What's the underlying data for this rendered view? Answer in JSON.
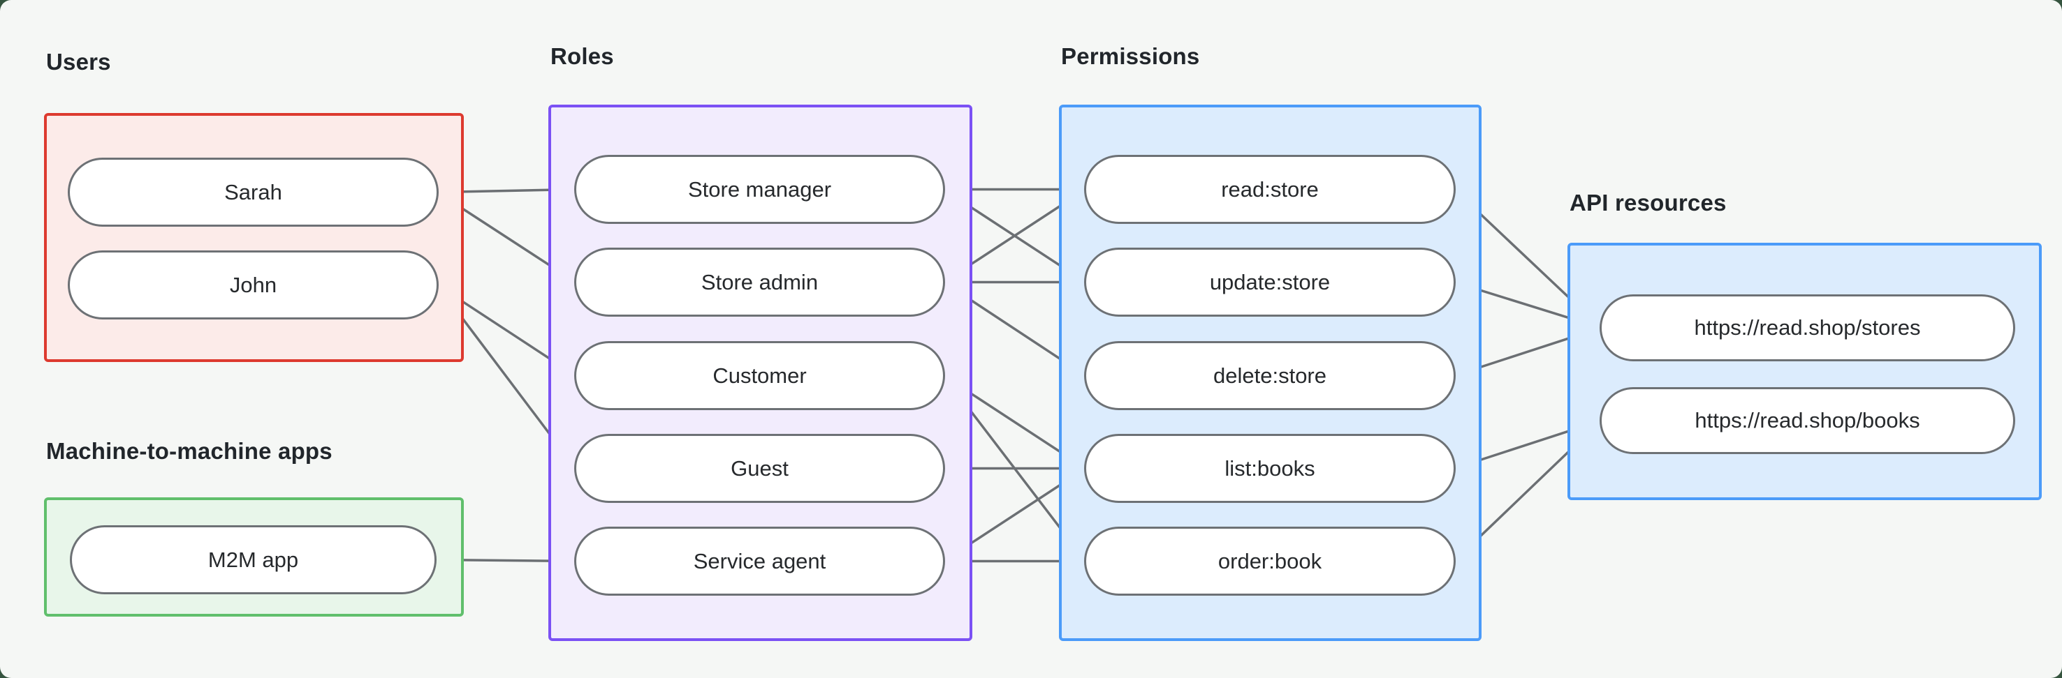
{
  "diagram": {
    "description": "RBAC authorization diagram linking users and machine-to-machine apps to roles, roles to permissions, and permissions to API resources",
    "colors": {
      "canvas_background": "#f5f7f5",
      "outer_background": "#35543f",
      "users_border": "#dd3a2f",
      "users_fill": "#fcebe9",
      "m2m_border": "#60bf6c",
      "m2m_fill": "#e8f6ea",
      "roles_border": "#7b51f4",
      "roles_fill": "#f2ecfd",
      "permissions_border": "#4b9bf9",
      "permissions_fill": "#dcecfd",
      "api_border": "#4b9bf9",
      "api_fill": "#dcecfd",
      "node_border": "#6d7175",
      "edge_color": "#6b6f73",
      "text_color": "#21262b"
    }
  },
  "groups": {
    "users": {
      "label": "Users"
    },
    "m2m": {
      "label": "Machine-to-machine apps"
    },
    "roles": {
      "label": "Roles"
    },
    "permissions": {
      "label": "Permissions"
    },
    "api": {
      "label": "API resources"
    }
  },
  "nodes": {
    "sarah": {
      "label": "Sarah",
      "group": "users"
    },
    "john": {
      "label": "John",
      "group": "users"
    },
    "m2m_app": {
      "label": "M2M app",
      "group": "m2m"
    },
    "store_manager": {
      "label": "Store manager",
      "group": "roles"
    },
    "store_admin": {
      "label": "Store admin",
      "group": "roles"
    },
    "customer": {
      "label": "Customer",
      "group": "roles"
    },
    "guest": {
      "label": "Guest",
      "group": "roles"
    },
    "service_agent": {
      "label": "Service agent",
      "group": "roles"
    },
    "read_store": {
      "label": "read:store",
      "group": "permissions"
    },
    "update_store": {
      "label": "update:store",
      "group": "permissions"
    },
    "delete_store": {
      "label": "delete:store",
      "group": "permissions"
    },
    "list_books": {
      "label": "list:books",
      "group": "permissions"
    },
    "order_book": {
      "label": "order:book",
      "group": "permissions"
    },
    "stores_api": {
      "label": "https://read.shop/stores",
      "group": "api"
    },
    "books_api": {
      "label": "https://read.shop/books",
      "group": "api"
    }
  },
  "edges": [
    {
      "from": "sarah",
      "to": "store_manager"
    },
    {
      "from": "sarah",
      "to": "store_admin"
    },
    {
      "from": "john",
      "to": "customer"
    },
    {
      "from": "john",
      "to": "guest"
    },
    {
      "from": "m2m_app",
      "to": "service_agent"
    },
    {
      "from": "store_manager",
      "to": "read_store"
    },
    {
      "from": "store_manager",
      "to": "update_store"
    },
    {
      "from": "store_admin",
      "to": "read_store"
    },
    {
      "from": "store_admin",
      "to": "update_store"
    },
    {
      "from": "store_admin",
      "to": "delete_store"
    },
    {
      "from": "customer",
      "to": "list_books"
    },
    {
      "from": "customer",
      "to": "order_book"
    },
    {
      "from": "guest",
      "to": "list_books"
    },
    {
      "from": "service_agent",
      "to": "list_books"
    },
    {
      "from": "service_agent",
      "to": "order_book"
    },
    {
      "from": "read_store",
      "to": "stores_api"
    },
    {
      "from": "update_store",
      "to": "stores_api"
    },
    {
      "from": "delete_store",
      "to": "stores_api"
    },
    {
      "from": "list_books",
      "to": "books_api"
    },
    {
      "from": "order_book",
      "to": "books_api"
    }
  ]
}
